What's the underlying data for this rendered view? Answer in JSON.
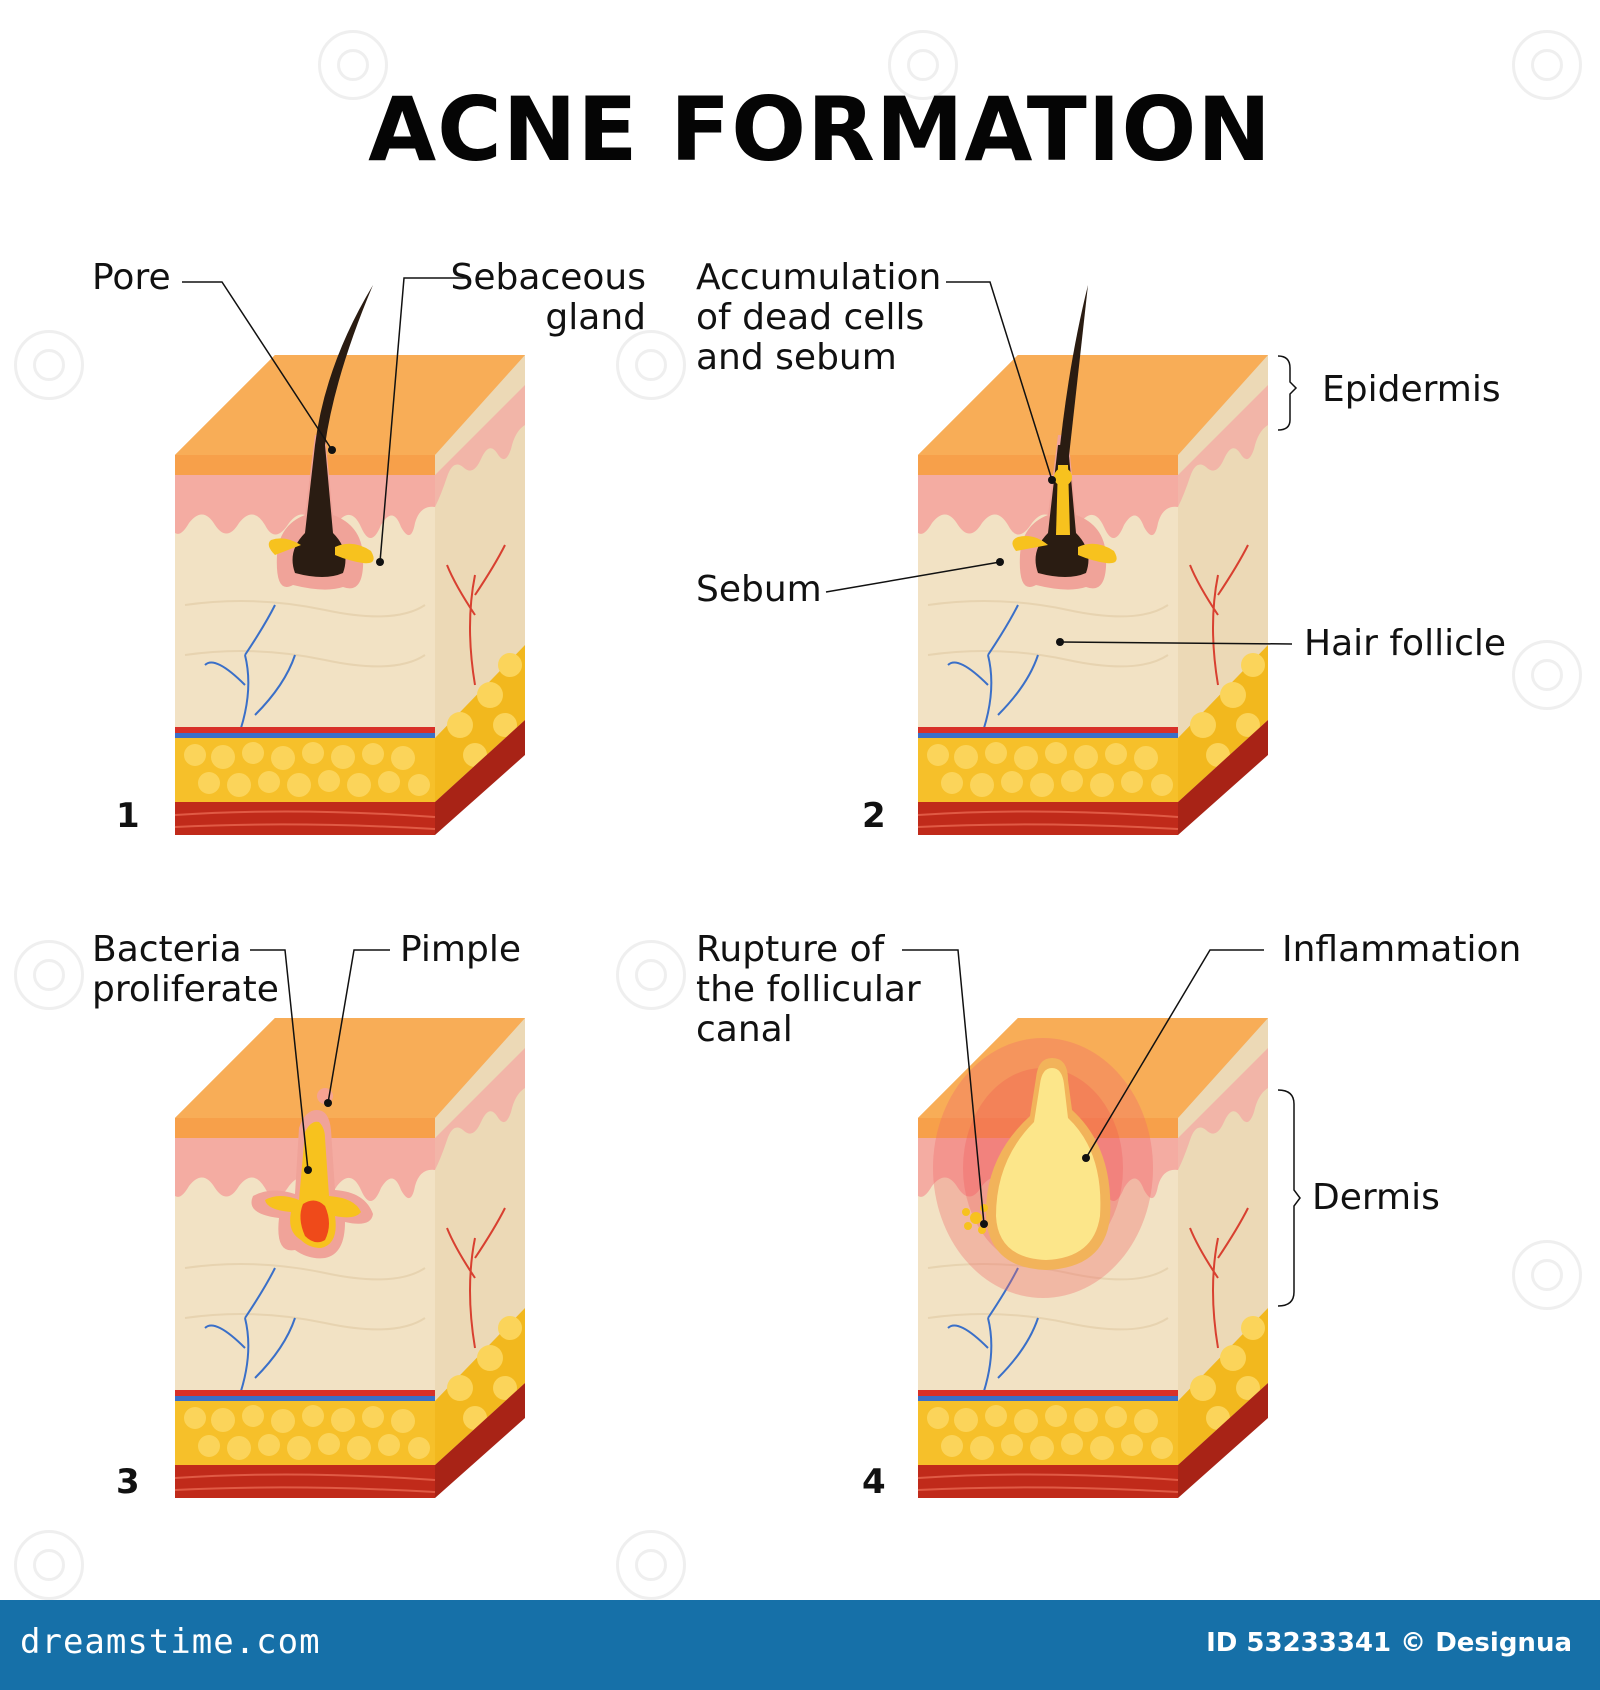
{
  "title": "ACNE FORMATION",
  "panels": [
    {
      "number": "1",
      "labels": [
        "Pore",
        "Sebaceous",
        "gland"
      ]
    },
    {
      "number": "2",
      "labels": [
        "Accumulation",
        "of dead cells",
        "and sebum",
        "Sebum",
        "Hair follicle",
        "Epidermis"
      ]
    },
    {
      "number": "3",
      "labels": [
        "Bacteria",
        "proliferate",
        "Pimple"
      ]
    },
    {
      "number": "4",
      "labels": [
        "Rupture of",
        "the follicular",
        "canal",
        "Inflammation",
        "Dermis"
      ]
    }
  ],
  "footer": {
    "site": "dreamstime.com",
    "id_credit": "ID 53233341 © Designua"
  },
  "colors": {
    "top_surface": "#f7a64a",
    "epidermis_pink": "#f4a9a0",
    "dermis_cream": "#f2e2c4",
    "fat_yellow": "#f6c02a",
    "muscle_red": "#c02a1a",
    "hair": "#2a1c12",
    "sebum": "#f7c21e",
    "footer_blue": "#1670a8"
  }
}
